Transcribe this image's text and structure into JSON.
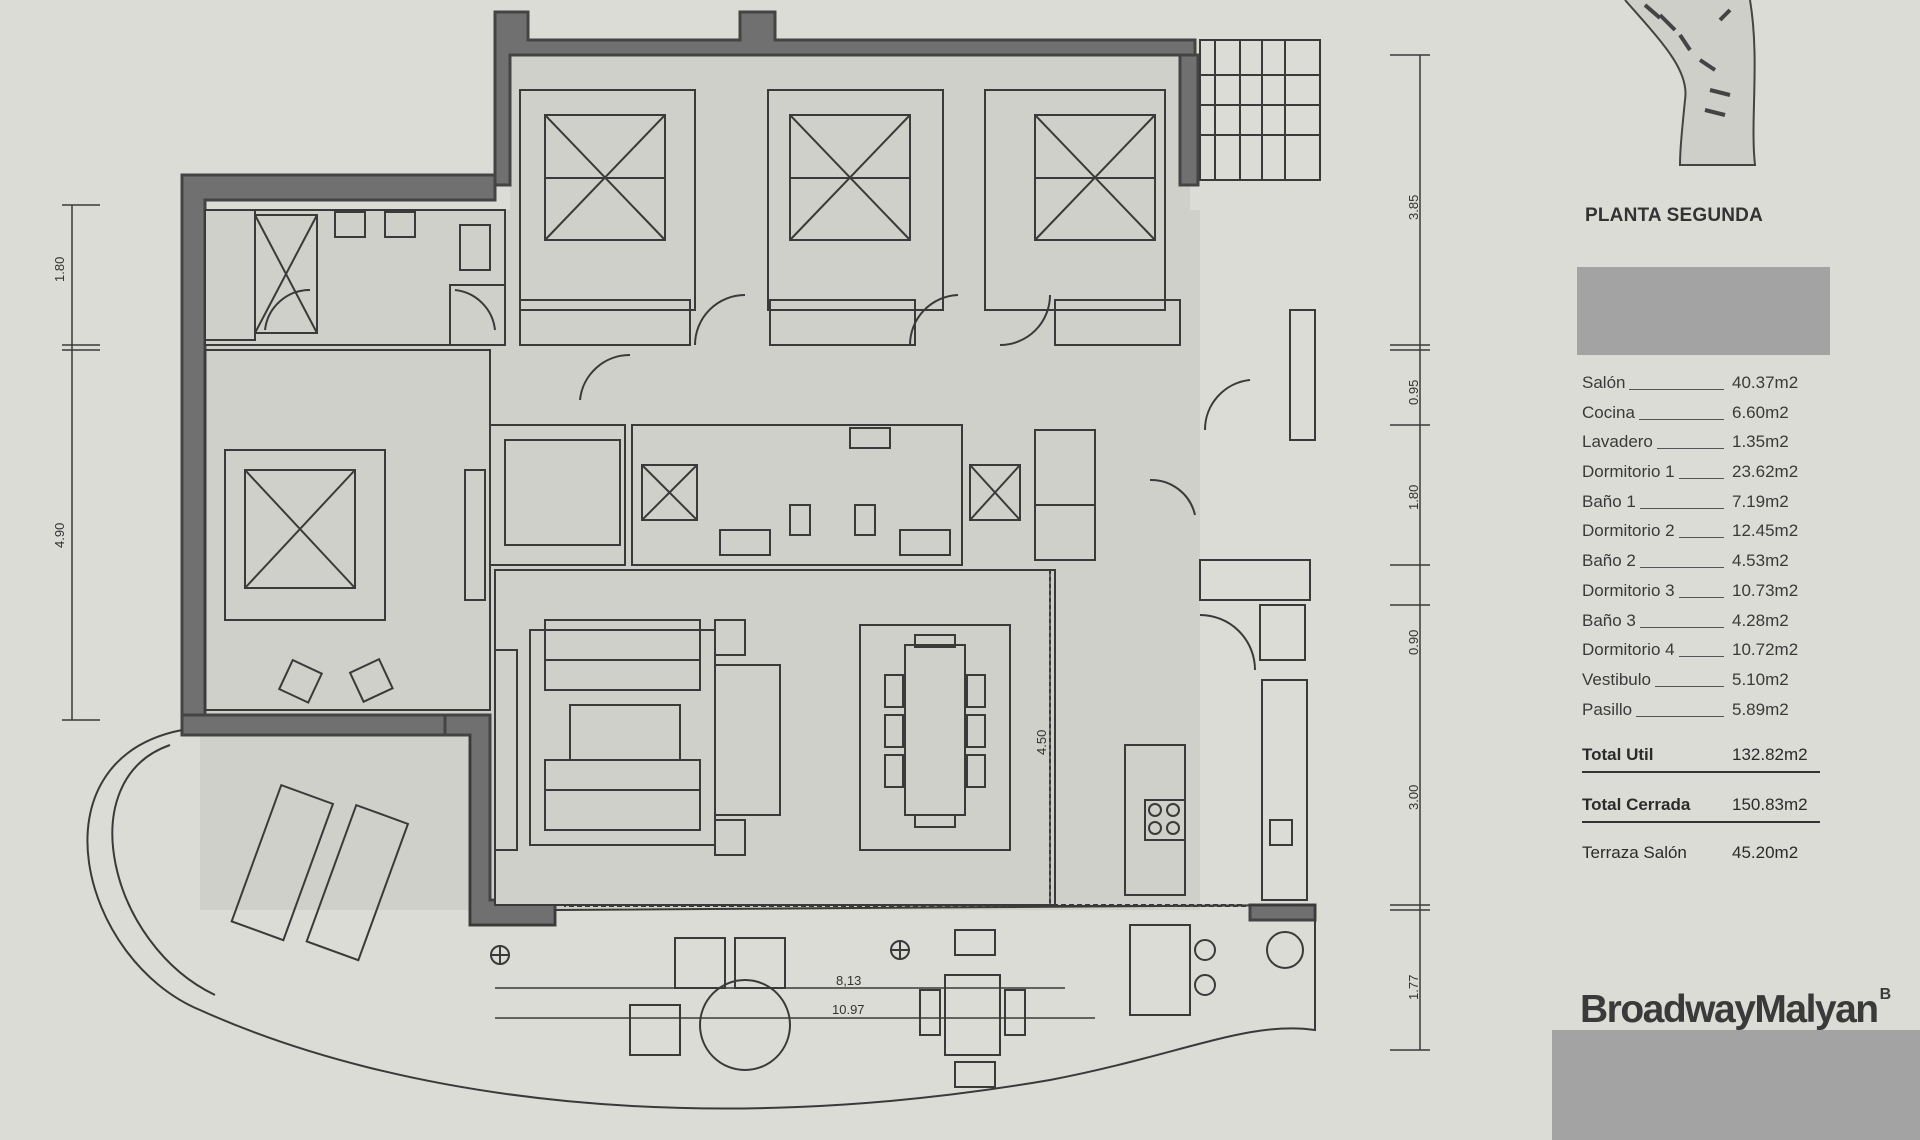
{
  "plan_title": "PLANTA SEGUNDA",
  "areas": [
    {
      "label": "Salón",
      "value": "40.37m2"
    },
    {
      "label": "Cocina",
      "value": "6.60m2"
    },
    {
      "label": "Lavadero",
      "value": "1.35m2"
    },
    {
      "label": "Dormitorio 1",
      "value": "23.62m2"
    },
    {
      "label": "Baño 1",
      "value": "7.19m2"
    },
    {
      "label": "Dormitorio 2",
      "value": "12.45m2"
    },
    {
      "label": "Baño 2",
      "value": "4.53m2"
    },
    {
      "label": "Dormitorio 3",
      "value": "10.73m2"
    },
    {
      "label": "Baño 3",
      "value": "4.28m2"
    },
    {
      "label": "Dormitorio 4",
      "value": "10.72m2"
    },
    {
      "label": "Vestibulo",
      "value": "5.10m2"
    },
    {
      "label": "Pasillo",
      "value": "5.89m2"
    }
  ],
  "totals": {
    "util_label": "Total Util",
    "util_value": "132.82m2",
    "cerrada_label": "Total Cerrada",
    "cerrada_value": "150.83m2",
    "terraza_label": "Terraza Salón",
    "terraza_value": "45.20m2"
  },
  "brand": {
    "name": "BroadwayMalyan",
    "mark": "B"
  },
  "dimensions": {
    "left": [
      "1.80",
      "4.90"
    ],
    "right": [
      "3.85",
      "0.95",
      "1.80",
      "0.90",
      "3.00",
      "1.77"
    ],
    "interior": [
      "4.50",
      "8,13",
      "10.97"
    ]
  },
  "colors": {
    "paper": "#dcdcd6",
    "ink": "#333333",
    "fill": "#c9c9c3",
    "wall": "#6a6a66",
    "mask": "#a3a3a3"
  }
}
